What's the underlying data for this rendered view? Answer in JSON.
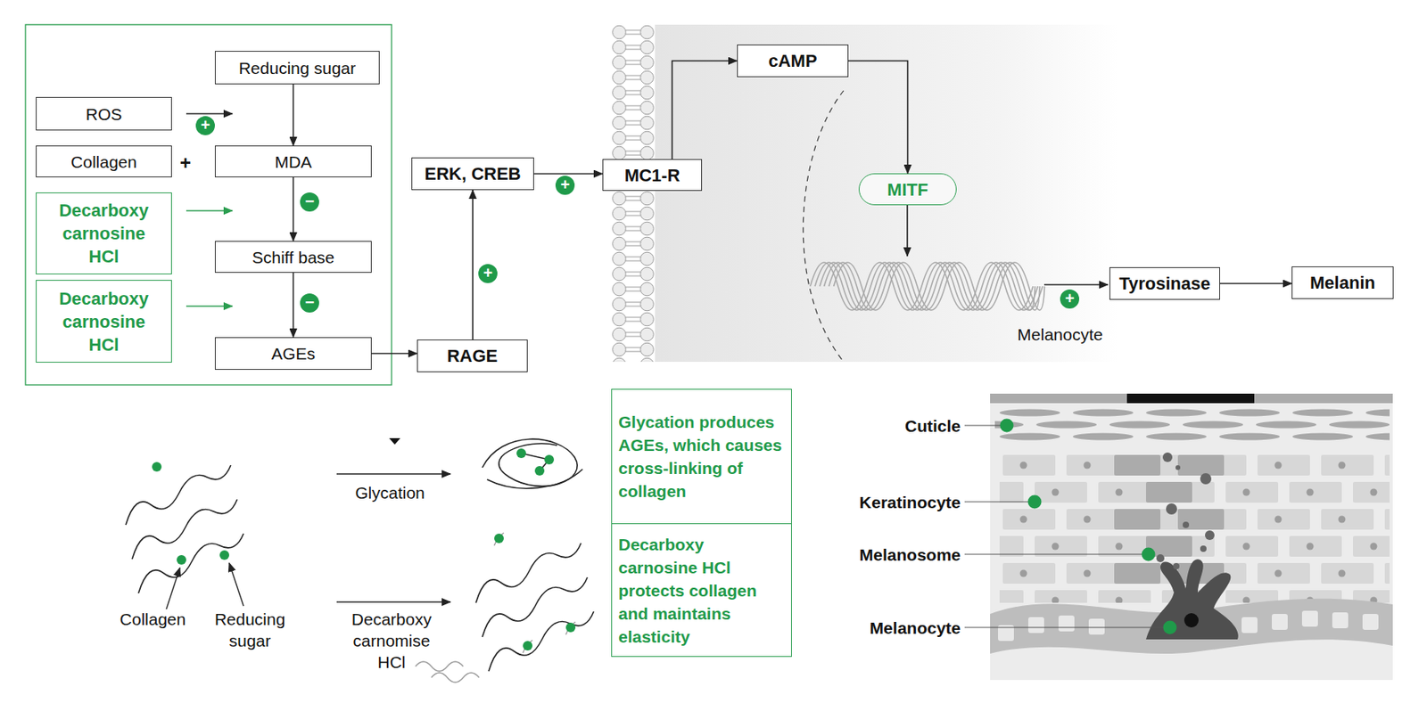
{
  "diagram": {
    "nodes": [
      {
        "text": [
          "Reducing sugar"
        ]
      },
      {
        "text": [
          "ROS"
        ]
      },
      {
        "text": [
          "Collagen"
        ]
      },
      {
        "text": [
          "MDA"
        ]
      },
      {
        "text": [
          "Decarboxy carnosine HCl"
        ]
      },
      {
        "text": [
          "Schiff base"
        ]
      },
      {
        "text": [
          "Decarboxy carnosine HCl"
        ]
      },
      {
        "text": [
          "AGEs"
        ]
      },
      {
        "text": [
          "RAGE"
        ]
      },
      {
        "text": [
          "ERK, CREB"
        ]
      },
      {
        "text": [
          "MC1-R"
        ]
      },
      {
        "text": [
          "cAMP"
        ]
      },
      {
        "text": [
          "MITF"
        ]
      },
      {
        "text": [
          "Tyrosinase"
        ]
      },
      {
        "text": [
          "Melanin"
        ]
      },
      {
        "text": [
          "Glycation produces AGEs, which causes cross-linking of collagen"
        ]
      },
      {
        "text": [
          "Decarboxy carnosine HCl protects collagen and maintains elasticity"
        ]
      }
    ],
    "edges": [
      {
        "from": 0,
        "to": 3,
        "arrow": "to"
      },
      {
        "from": 3,
        "to": 5,
        "arrow": "to"
      },
      {
        "from": 5,
        "to": 7,
        "arrow": "to"
      },
      {
        "from": 7,
        "to": 8,
        "arrow": "to"
      },
      {
        "from": 8,
        "to": 9,
        "arrow": "to"
      },
      {
        "from": 9,
        "to": 10,
        "arrow": "to"
      },
      {
        "from": 10,
        "to": 11,
        "arrow": "to"
      },
      {
        "from": 11,
        "to": 12,
        "arrow": "to"
      },
      {
        "from": 13,
        "to": 14,
        "arrow": "to"
      }
    ],
    "labels": [
      "+",
      "+",
      "−",
      "−",
      "+",
      "+",
      "+",
      "Melanocyte",
      "Glycation",
      "Collagen",
      "Reducing sugar",
      "Decarboxy carnomise HCl",
      "Cuticle",
      "Keratinocyte",
      "Melanosome",
      "Melanocyte"
    ]
  }
}
